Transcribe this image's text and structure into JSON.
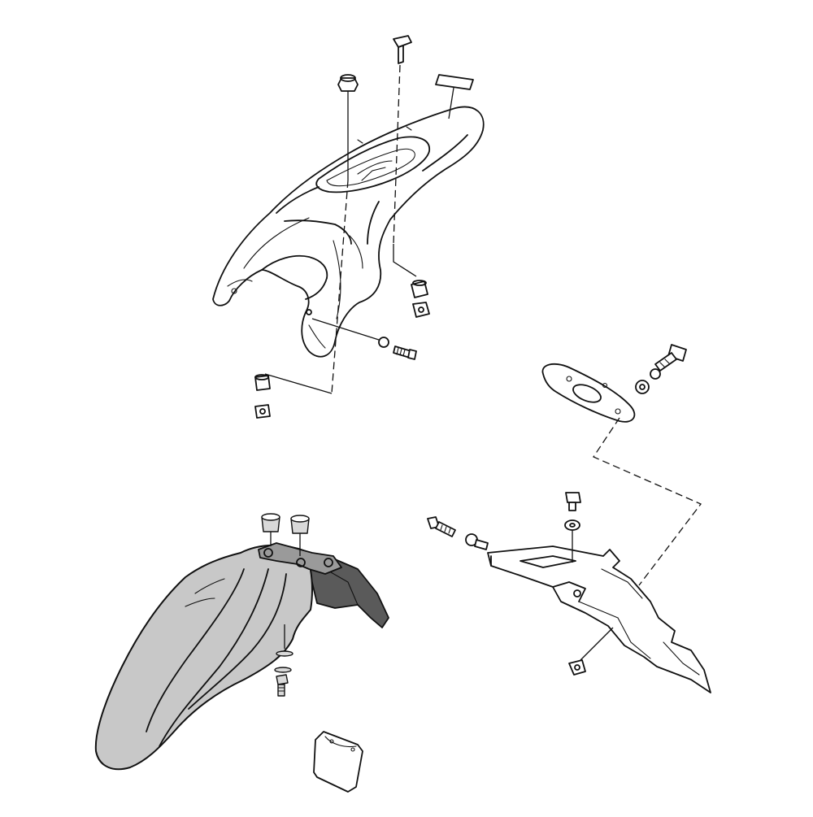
{
  "diagram": {
    "kind": "exploded-parts-view",
    "colors": {
      "line": "#111111",
      "background": "#ffffff",
      "front_fender_fill": "#c8c8c8",
      "front_fender_shadow": "#5a5a5a",
      "hardware_fill": "#d9d9d9"
    },
    "assemblies": [
      {
        "name": "rear-fender",
        "icon": "rear-fender-icon"
      },
      {
        "name": "front-fender",
        "icon": "front-fender-icon"
      },
      {
        "name": "license-plate-bracket",
        "icon": "plate-bracket-icon"
      },
      {
        "name": "tail-lamp-plate",
        "icon": "lamp-plate-icon"
      },
      {
        "name": "number-plate-tag",
        "icon": "tag-icon"
      }
    ]
  }
}
